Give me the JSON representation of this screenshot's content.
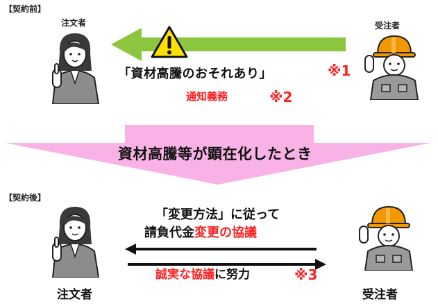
{
  "before": {
    "label": "【契約前】",
    "client": "注文者",
    "contractor": "受注者",
    "message": "「資材高騰のおそれあり」",
    "note1": "※1",
    "obligation": "通知義務",
    "note2": "※2"
  },
  "transition": {
    "text": "資材高騰等が顕在化したとき"
  },
  "after": {
    "label": "【契約後】",
    "line1": "「変更方法」に従って",
    "line2_prefix": "請負代金",
    "line2_highlight": "変更の協議",
    "line3_highlight": "誠実な協議",
    "line3_suffix": "に努力",
    "note3": "※3",
    "client": "注文者",
    "contractor": "受注者"
  },
  "colors": {
    "green_arrow": "#8cc63f",
    "band_pink": "#f9b2e6",
    "alert_red": "#ff1f1f",
    "warning_yellow": "#ffe100",
    "helmet_orange": "#f39800"
  }
}
